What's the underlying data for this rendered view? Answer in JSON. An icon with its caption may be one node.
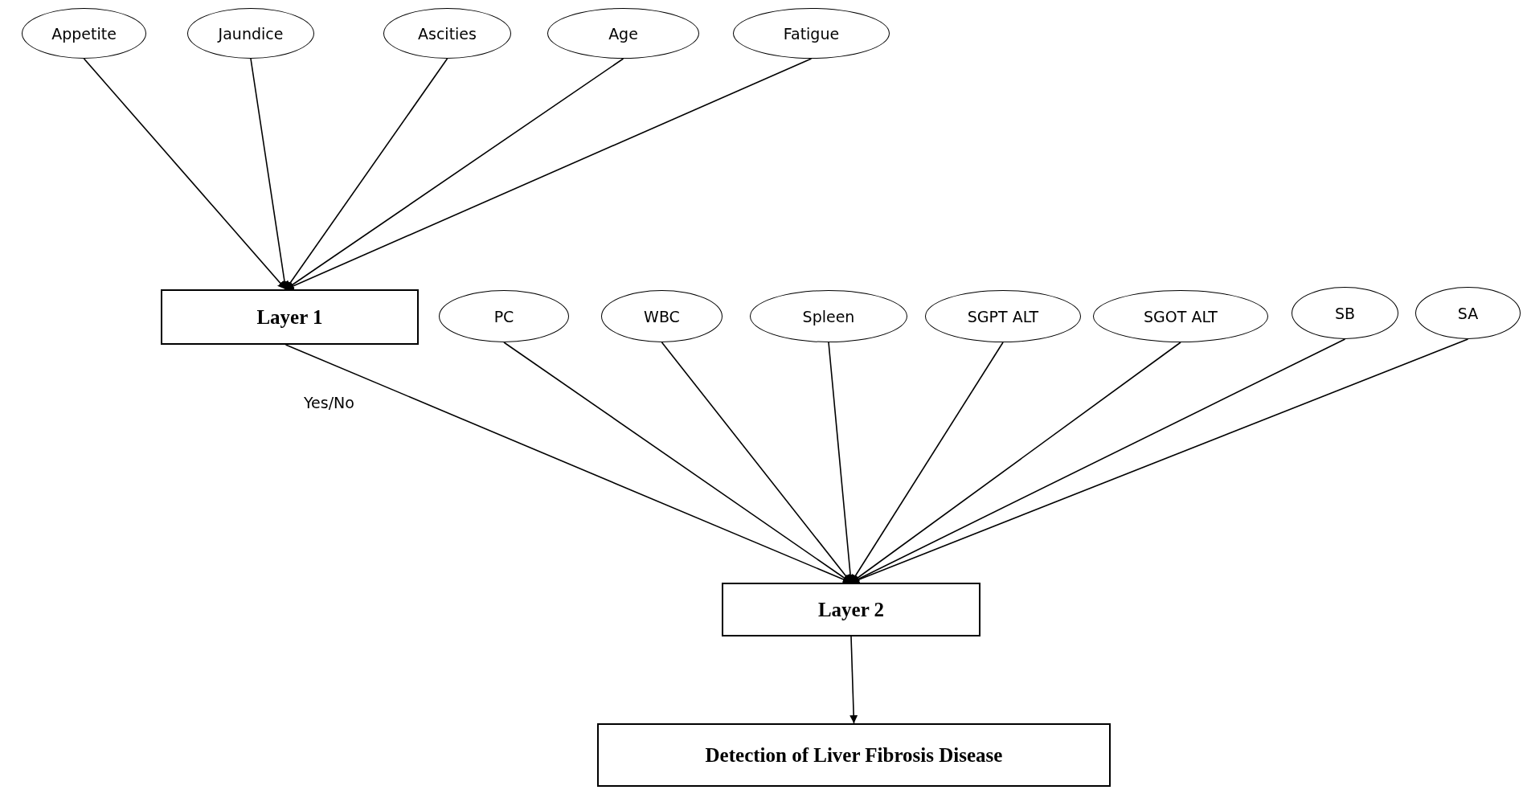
{
  "diagram": {
    "nodes": [
      {
        "text": [
          "Appetite"
        ]
      },
      {
        "text": [
          "Jaundice"
        ]
      },
      {
        "text": [
          "Ascities"
        ]
      },
      {
        "text": [
          "Age"
        ]
      },
      {
        "text": [
          "Fatigue"
        ]
      },
      {
        "text": [
          "Layer 1"
        ]
      },
      {
        "text": [
          "PC"
        ]
      },
      {
        "text": [
          "WBC"
        ]
      },
      {
        "text": [
          "Spleen"
        ]
      },
      {
        "text": [
          "SGPT ALT"
        ]
      },
      {
        "text": [
          "SGOT ALT"
        ]
      },
      {
        "text": [
          "SB"
        ]
      },
      {
        "text": [
          "SA"
        ]
      },
      {
        "text": [
          "Layer 2"
        ]
      },
      {
        "text": [
          "Detection of Liver Fibrosis Disease"
        ]
      }
    ],
    "edges": [
      {
        "from": 0,
        "to": 5,
        "arrow": "to"
      },
      {
        "from": 1,
        "to": 5,
        "arrow": "to"
      },
      {
        "from": 2,
        "to": 5,
        "arrow": "to"
      },
      {
        "from": 3,
        "to": 5,
        "arrow": "to"
      },
      {
        "from": 4,
        "to": 5,
        "arrow": "to"
      },
      {
        "from": 5,
        "to": 13,
        "arrow": "to",
        "label": "Yes/No"
      },
      {
        "from": 6,
        "to": 13,
        "arrow": "to"
      },
      {
        "from": 7,
        "to": 13,
        "arrow": "to"
      },
      {
        "from": 8,
        "to": 13,
        "arrow": "to"
      },
      {
        "from": 9,
        "to": 13,
        "arrow": "to"
      },
      {
        "from": 10,
        "to": 13,
        "arrow": "to"
      },
      {
        "from": 11,
        "to": 13,
        "arrow": "to"
      },
      {
        "from": 12,
        "to": 13,
        "arrow": "to"
      },
      {
        "from": 13,
        "to": 14,
        "arrow": "to"
      }
    ]
  }
}
